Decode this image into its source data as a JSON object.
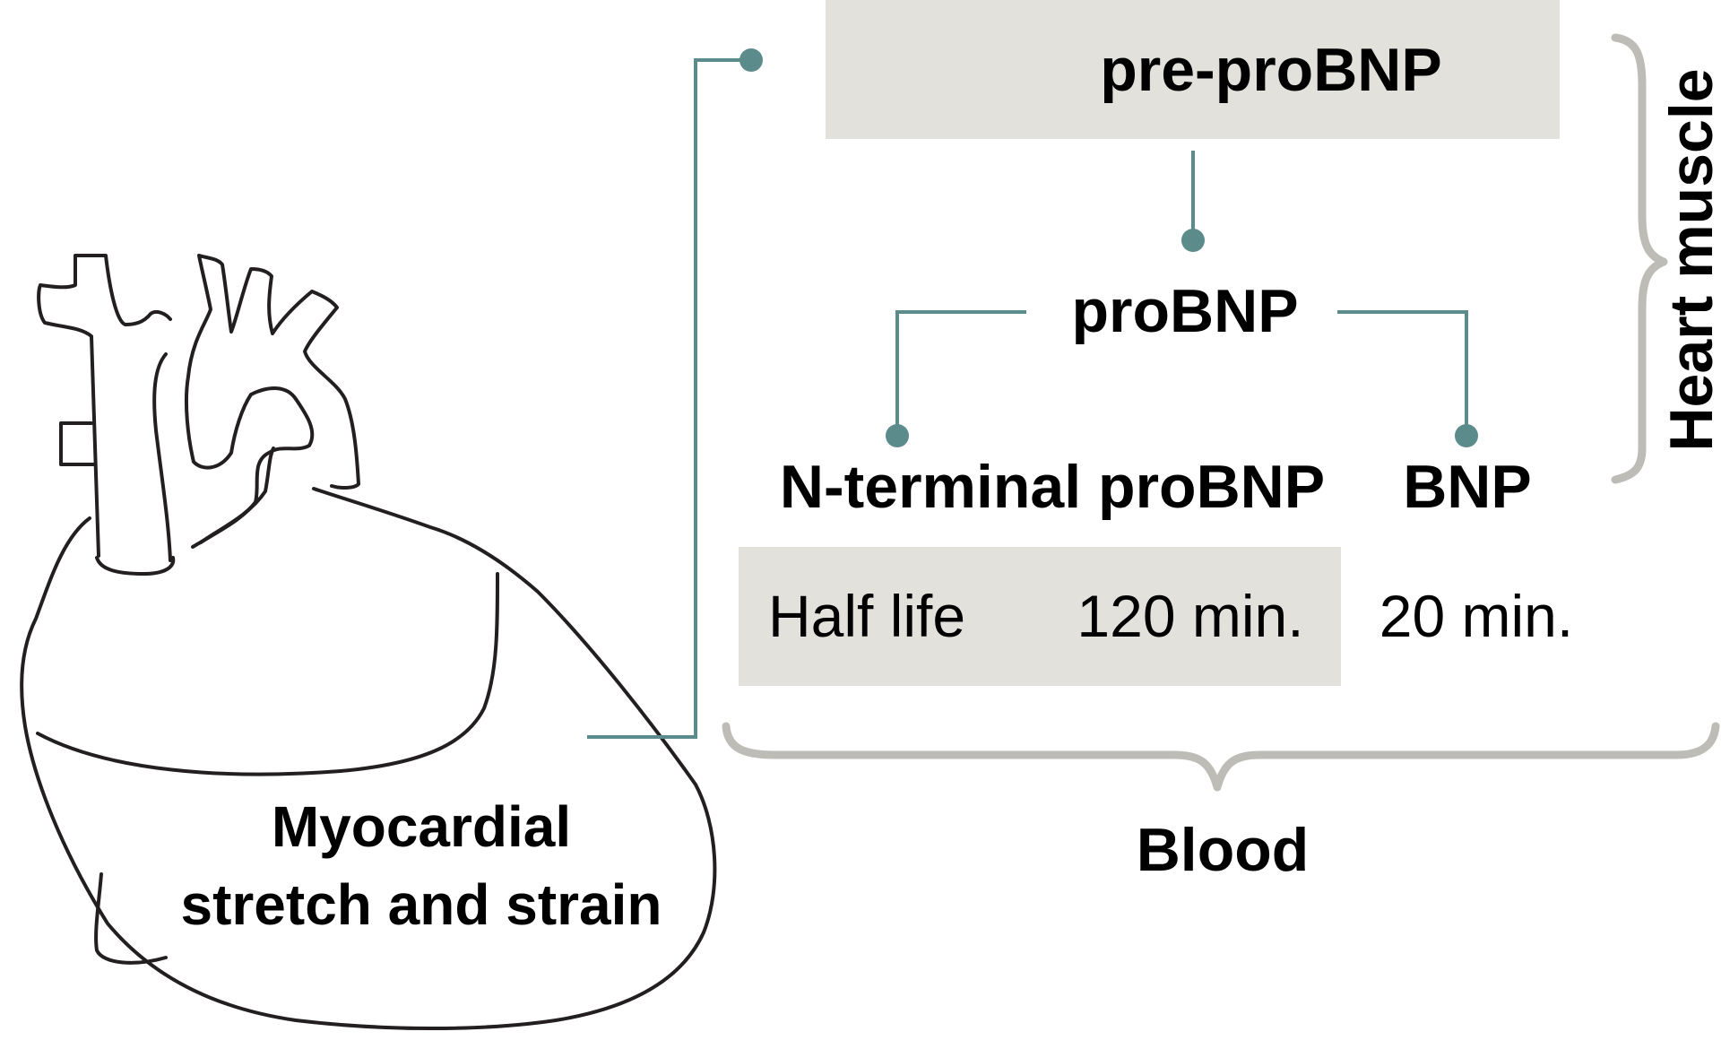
{
  "heart": {
    "caption_line1": "Myocardial",
    "caption_line2": "stretch and strain"
  },
  "flow": {
    "pre_probnp": "pre-proBNP",
    "probnp": "proBNP",
    "nt_probnp": "N-terminal proBNP",
    "bnp": "BNP"
  },
  "half_life": {
    "label": "Half life",
    "nt_probnp_value": "120 min.",
    "bnp_value": "20 min."
  },
  "regions": {
    "heart_muscle": "Heart muscle",
    "blood": "Blood"
  },
  "colors": {
    "connector": "#5b8b8b",
    "box_fill": "#e2e1dc",
    "brace": "#bdbcb6",
    "outline": "#231f20"
  }
}
